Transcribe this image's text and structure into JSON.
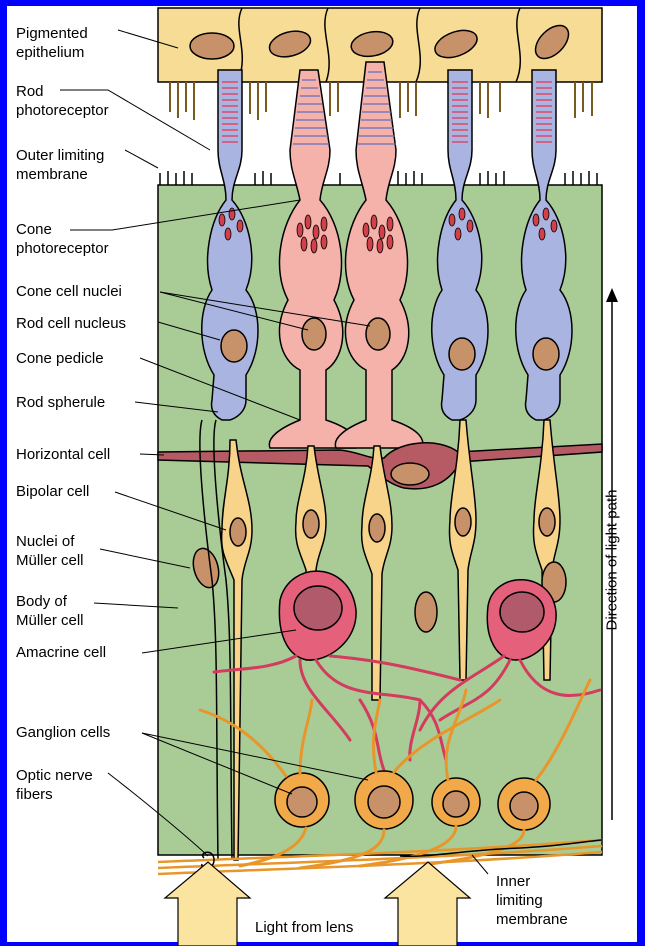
{
  "labels": {
    "pigmented_epithelium": "Pigmented\nepithelium",
    "rod_photoreceptor": "Rod\nphotoreceptor",
    "outer_limiting_membrane": "Outer limiting\nmembrane",
    "cone_photoreceptor": "Cone\nphotoreceptor",
    "cone_cell_nuclei": "Cone cell nuclei",
    "rod_cell_nucleus": "Rod cell nucleus",
    "cone_pedicle": "Cone pedicle",
    "rod_spherule": "Rod spherule",
    "horizontal_cell": "Horizontal cell",
    "bipolar_cell": "Bipolar cell",
    "nuclei_of_muller_cell": "Nuclei of\nMüller cell",
    "body_of_muller_cell": "Body of\nMüller cell",
    "amacrine_cell": "Amacrine cell",
    "ganglion_cells": "Ganglion cells",
    "optic_nerve_fibers": "Optic nerve\nfibers",
    "inner_limiting_membrane": "Inner\nlimiting\nmembrane",
    "light_from_lens": "Light from lens",
    "direction_of_light_path": "Direction of light path"
  },
  "colors": {
    "background_border": "#0000ff",
    "epithelium": "#f7dc95",
    "muller_body": "#a9cc97",
    "rod": "#aab4e0",
    "cone": "#f4b2ab",
    "nucleus": "#c7926a",
    "horizontal_cell": "#b65b64",
    "bipolar_cell": "#f8d48a",
    "amacrine_cell": "#e5607a",
    "ganglion_cell": "#f2a94a",
    "light_arrow": "#fbe3a0"
  }
}
